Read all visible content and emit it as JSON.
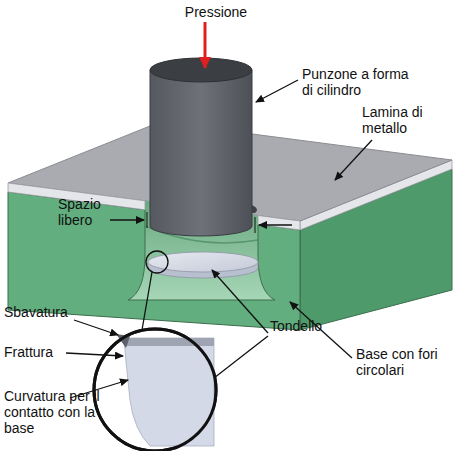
{
  "diagram": {
    "labels": [
      "Pressione",
      "Punzone a forma di cilindro",
      "Lamina di metallo",
      "Spazio libero",
      "Tondello",
      "Base con fori circolari",
      "Sbavatura",
      "Frattura",
      "Curvatura per il contatto con la base"
    ]
  }
}
